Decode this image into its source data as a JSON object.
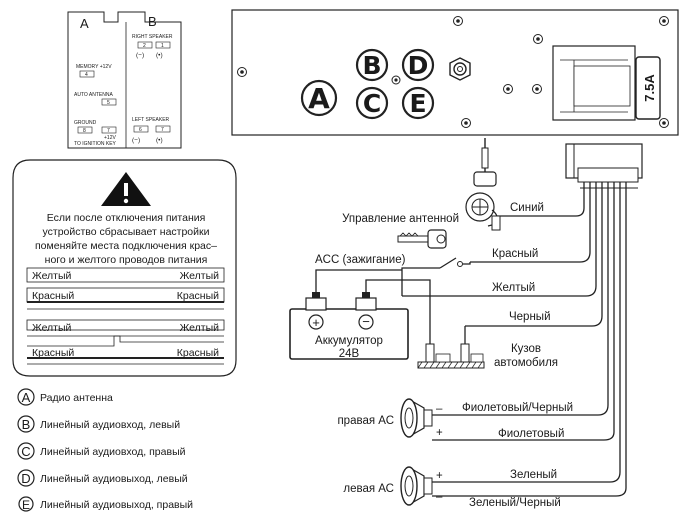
{
  "connector_panel": {
    "col_a": "A",
    "col_b": "B",
    "memory": "MEMORY +12V",
    "memory_pin": "4",
    "auto_antenna": "AUTO ANTENNA",
    "auto_antenna_pin": "5",
    "ground": "GROUND",
    "ground_pin": "8",
    "ignition_pin": "7",
    "ignition_a": "+12V",
    "ignition_b": "TO IGNITION KEY",
    "right_speaker": "RIGHT SPEAKER",
    "right_pins": [
      "2",
      "1"
    ],
    "left_speaker": "LEFT SPEAKER",
    "left_pins": [
      "6",
      "7"
    ],
    "minus": "(−)",
    "plus": "(•)"
  },
  "warning": {
    "lines": [
      "Если после отключения питания",
      "устройство сбрасывает настройки",
      "поменяйте места подключения крас–",
      "ного и желтого проводов питания"
    ],
    "table1": [
      [
        "Желтый",
        "Желтый"
      ],
      [
        "Красный",
        "Красный"
      ]
    ],
    "table2": [
      [
        "Желтый",
        "Желтый"
      ],
      [
        "Красный",
        "Красный"
      ]
    ]
  },
  "legend": [
    {
      "letter": "A",
      "text": "Радио антенна"
    },
    {
      "letter": "B",
      "text": "Линейный аудиовход, левый"
    },
    {
      "letter": "C",
      "text": "Линейный аудиовход, правый"
    },
    {
      "letter": "D",
      "text": "Линейный аудиовыход, левый"
    },
    {
      "letter": "E",
      "text": "Линейный аудиовыход, правый"
    }
  ],
  "unit": {
    "jacks": [
      "A",
      "B",
      "C",
      "D",
      "E"
    ],
    "fuse": "7.5A"
  },
  "wiring": {
    "antenna_control": "Управление антенной",
    "blue": "Синий",
    "acc": "ACC (зажигание)",
    "red": "Красный",
    "yellow": "Желтый",
    "black": "Черный",
    "battery_plus": "+",
    "battery_minus": "−",
    "battery_label": "Аккумулятор",
    "battery_voltage": "24В",
    "body_1": "Кузов",
    "body_2": "автомобиля",
    "right_speaker": "правая АС",
    "left_speaker": "левая АС",
    "violet_black": "Фиолетовый/Черный",
    "violet": "Фиолетовый",
    "green": "Зеленый",
    "green_black": "Зеленый/Черный",
    "plus": "+",
    "minus": "–"
  },
  "colors": {
    "line": "#222222",
    "panel": "#ffffff"
  }
}
